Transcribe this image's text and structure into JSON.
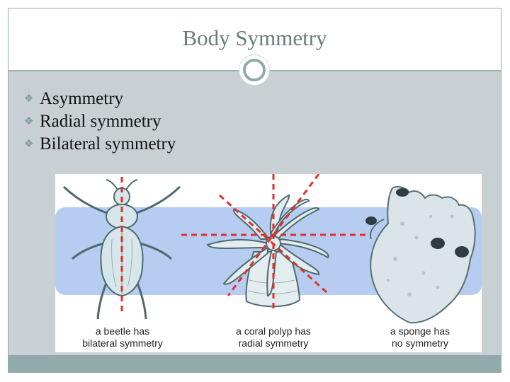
{
  "slide": {
    "title": "Body Symmetry",
    "bullets": [
      {
        "label": "Asymmetry"
      },
      {
        "label": "Radial symmetry"
      },
      {
        "label": "Bilateral symmetry"
      }
    ],
    "bullet_icon": "wing-bullet-icon"
  },
  "figure": {
    "captions": [
      {
        "line1": "a beetle has",
        "line2": "bilateral symmetry"
      },
      {
        "line1": "a coral polyp has",
        "line2": "radial symmetry"
      },
      {
        "line1": "a sponge has",
        "line2": "no symmetry"
      }
    ]
  },
  "colors": {
    "accent": "#93aaaa",
    "band": "#b6ccf0",
    "symmetry_line": "#e0302a"
  }
}
